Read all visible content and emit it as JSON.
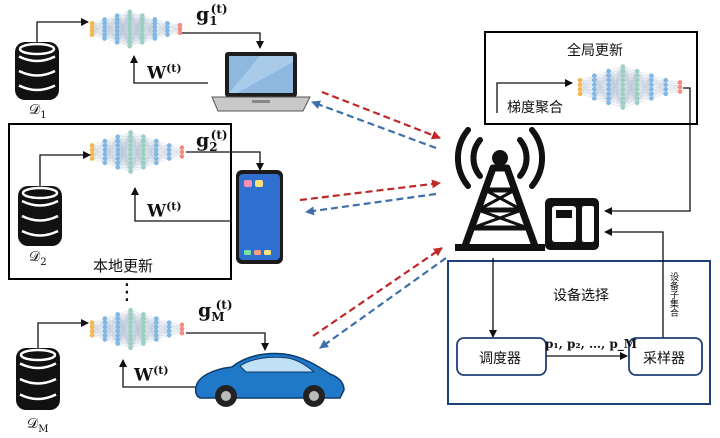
{
  "clients": [
    {
      "dataset": "𝒟",
      "dataset_sub": "1",
      "grad": "g",
      "grad_sub": "1",
      "grad_sup": "(t)",
      "weight": "W",
      "weight_sup": "(t)"
    },
    {
      "dataset": "𝒟",
      "dataset_sub": "2",
      "grad": "g",
      "grad_sub": "2",
      "grad_sup": "(t)",
      "weight": "W",
      "weight_sup": "(t)"
    },
    {
      "dataset": "𝒟",
      "dataset_sub": "M",
      "grad": "g",
      "grad_sub": "M",
      "grad_sup": "(t)",
      "weight": "W",
      "weight_sup": "(t)"
    }
  ],
  "local_update_label": "本地更新",
  "ellipsis": "⋮",
  "global_update": {
    "title": "全局更新",
    "aggregation": "梯度聚合"
  },
  "device_selection": {
    "title": "设备选择",
    "scheduler": "调度器",
    "sampler": "采样器",
    "probabilities": "p₁, p₂, …, p_M",
    "subset_label": "设备子集合"
  },
  "colors": {
    "red_dash": "#c0282a",
    "blue_dash": "#3f6fa8",
    "navy_box": "#1f3f78",
    "phone_blue": "#2f6fd0",
    "car_blue": "#1f78c8"
  }
}
